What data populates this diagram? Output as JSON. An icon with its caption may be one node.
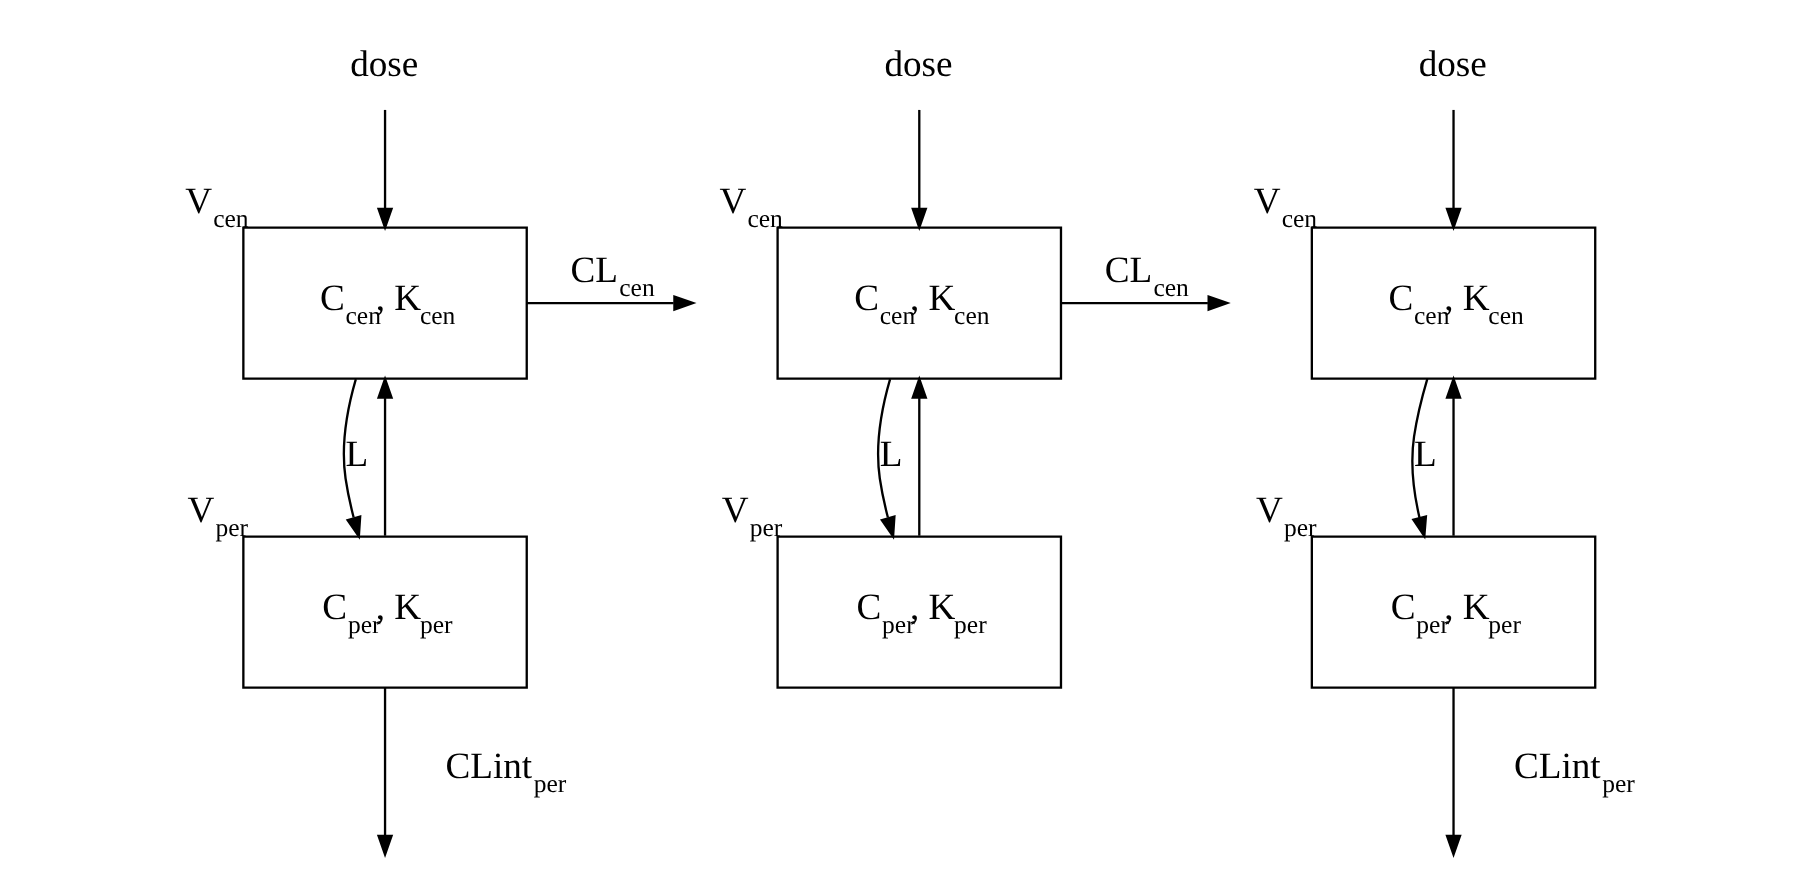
{
  "diagram": {
    "nodes": [
      {
        "text": [
          "dose"
        ]
      },
      {
        "text": [
          "C$_{cen}$, K$_{cen}$"
        ],
        "beside": [
          "V$_{cen}$"
        ]
      },
      {
        "text": [
          "C$_{per}$, K$_{per}$"
        ],
        "beside": [
          "V$_{per}$"
        ]
      },
      {
        "text": [
          "dose"
        ]
      },
      {
        "text": [
          "C$_{cen}$, K$_{cen}$"
        ],
        "beside": [
          "V$_{cen}$"
        ]
      },
      {
        "text": [
          "C$_{per}$, K$_{per}$"
        ],
        "beside": [
          "V$_{per}$"
        ]
      },
      {
        "text": [
          "dose"
        ]
      },
      {
        "text": [
          "C$_{cen}$, K$_{cen}$"
        ],
        "beside": [
          "V$_{cen}$"
        ]
      },
      {
        "text": [
          "C$_{per}$, K$_{per}$"
        ],
        "beside": [
          "V$_{per}$"
        ]
      }
    ],
    "edges": [
      {
        "from": 0,
        "to": 1,
        "arrow": "to"
      },
      {
        "from": 1,
        "to": null,
        "arrow": "to",
        "label": "CL$_{cen}$"
      },
      {
        "from": 1,
        "to": 2,
        "arrow": "to",
        "label": "L"
      },
      {
        "from": 2,
        "to": 1,
        "arrow": "to"
      },
      {
        "from": 2,
        "to": null,
        "arrow": "to",
        "label": "CLint$_{per}$"
      },
      {
        "from": 3,
        "to": 4,
        "arrow": "to"
      },
      {
        "from": 4,
        "to": null,
        "arrow": "to",
        "label": "CL$_{cen}$"
      },
      {
        "from": 4,
        "to": 5,
        "arrow": "to",
        "label": "L"
      },
      {
        "from": 5,
        "to": 4,
        "arrow": "to"
      },
      {
        "from": 6,
        "to": 7,
        "arrow": "to"
      },
      {
        "from": 7,
        "to": 8,
        "arrow": "to",
        "label": "L"
      },
      {
        "from": 8,
        "to": 7,
        "arrow": "to"
      },
      {
        "from": 8,
        "to": null,
        "arrow": "to",
        "label": "CLint$_{per}$"
      }
    ]
  }
}
